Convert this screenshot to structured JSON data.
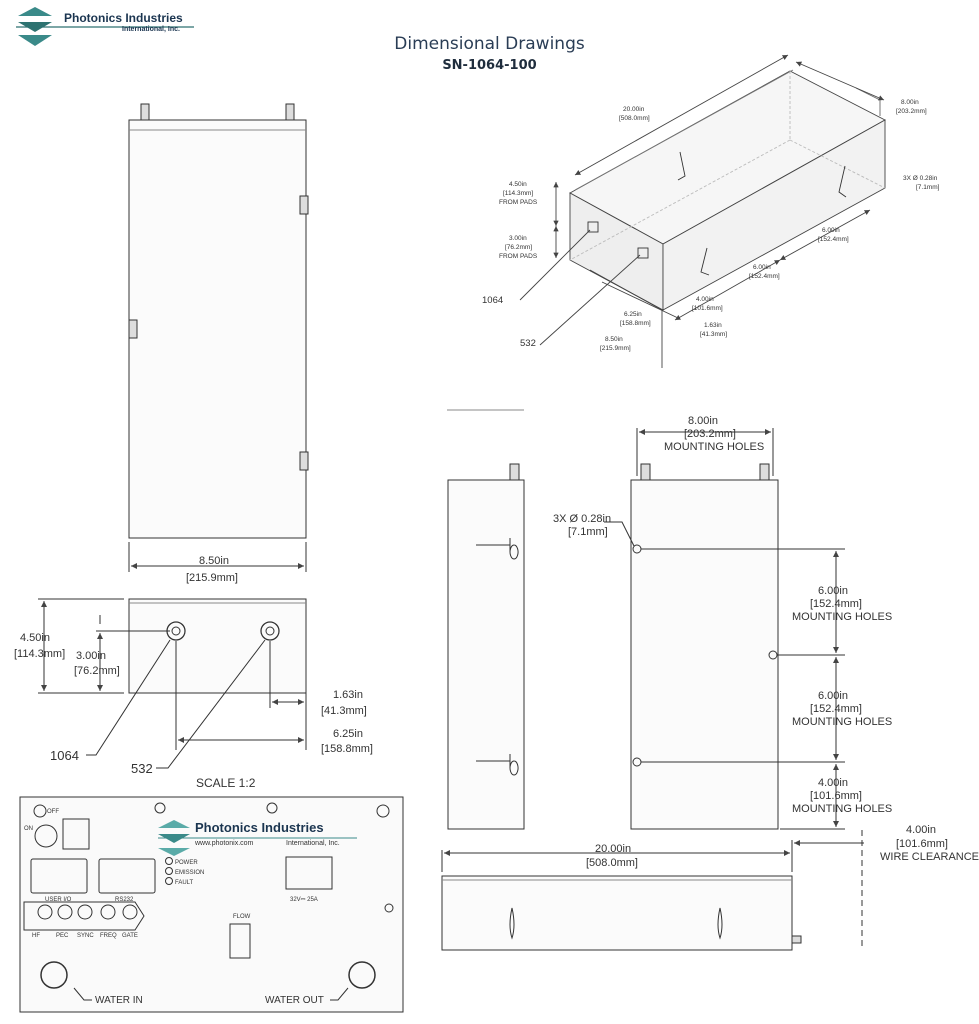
{
  "header": {
    "company_name": "Photonics Industries",
    "company_sub": "International, Inc.",
    "title": "Dimensional Drawings",
    "model": "SN-1064-100"
  },
  "isometric": {
    "length": "20.00in",
    "length_mm": "[508.0mm]",
    "width": "8.00in",
    "width_mm": "[203.2mm]",
    "holes": "3X Ø 0.28in",
    "holes_mm": "[7.1mm]",
    "h450": "4.50in",
    "h450_mm": "[114.3mm]",
    "h450_note": "FROM PADS",
    "h300": "3.00in",
    "h300_mm": "[76.2mm]",
    "h300_note": "FROM PADS",
    "d600a": "6.00in",
    "d600a_mm": "[152.4mm]",
    "d600b": "6.00in",
    "d600b_mm": "[152.4mm]",
    "d400": "4.00in",
    "d400_mm": "[101.6mm]",
    "d625": "6.25in",
    "d625_mm": "[158.8mm]",
    "d163": "1.63in",
    "d163_mm": "[41.3mm]",
    "d850": "8.50in",
    "d850_mm": "[215.9mm]",
    "port_1064": "1064",
    "port_532": "532"
  },
  "top_view": {
    "width": "8.50in",
    "width_mm": "[215.9mm]"
  },
  "front_view": {
    "height": "4.50in",
    "height_mm": "[114.3mm]",
    "port_height": "3.00in",
    "port_height_mm": "[76.2mm]",
    "offset": "1.63in",
    "offset_mm": "[41.3mm]",
    "spacing": "6.25in",
    "spacing_mm": "[158.8mm]",
    "port_1064": "1064",
    "port_532": "532",
    "scale": "SCALE 1:2"
  },
  "bottom_view": {
    "width": "8.00in",
    "width_mm": "[203.2mm]",
    "width_note": "MOUNTING HOLES",
    "holes": "3X  Ø 0.28in",
    "holes_mm": "[7.1mm]",
    "sp1": "6.00in",
    "sp1_mm": "[152.4mm]",
    "sp1_note": "MOUNTING HOLES",
    "sp2": "6.00in",
    "sp2_mm": "[152.4mm]",
    "sp2_note": "MOUNTING HOLES",
    "sp3": "4.00in",
    "sp3_mm": "[101.6mm]",
    "sp3_note": "MOUNTING HOLES"
  },
  "side_view": {
    "length": "20.00in",
    "length_mm": "[508.0mm]",
    "clearance": "4.00in",
    "clearance_mm": "[101.6mm]",
    "clearance_note": "WIRE CLEARANCE"
  },
  "back_panel": {
    "brand": "Photonics Industries",
    "website": "www.photonix.com",
    "brand_sub": "International, Inc.",
    "off_label": "OFF",
    "on_label": "ON",
    "user_io": "USER I/O",
    "rs232": "RS232",
    "power": "POWER",
    "emission": "EMISSION",
    "fault": "FAULT",
    "voltage": "32V⎓ 25A",
    "connectors": [
      "HF",
      "PEC",
      "SYNC",
      "FREQ",
      "GATE"
    ],
    "flow": "FLOW",
    "water_in": "WATER IN",
    "water_out": "WATER OUT"
  }
}
